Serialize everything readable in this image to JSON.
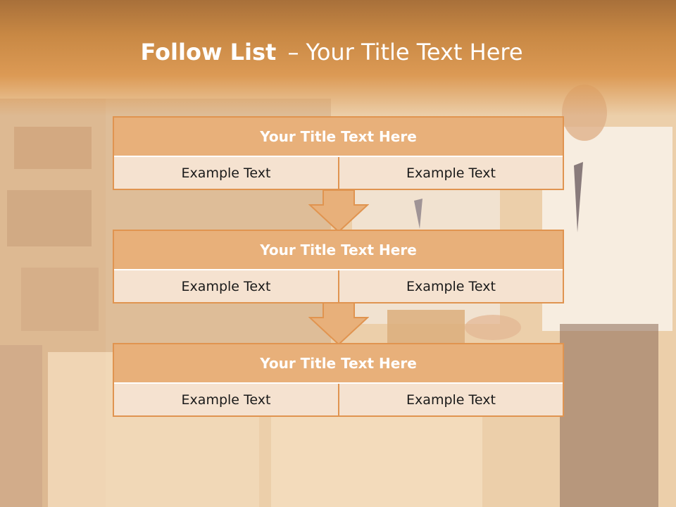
{
  "slide": {
    "title_bold": "Follow List",
    "title_dash": "–",
    "title_rest": "Your Title Text Here"
  },
  "steps": [
    {
      "title": "Your Title Text Here",
      "left": "Example Text",
      "right": "Example Text"
    },
    {
      "title": "Your Title Text Here",
      "left": "Example Text",
      "right": "Example Text"
    },
    {
      "title": "Your Title Text Here",
      "left": "Example Text",
      "right": "Example Text"
    }
  ],
  "colors": {
    "header": "#c88844",
    "box_border": "#e09450",
    "box_title_fill": "#e8b07a",
    "box_cell_fill": "#f5e2d0"
  }
}
